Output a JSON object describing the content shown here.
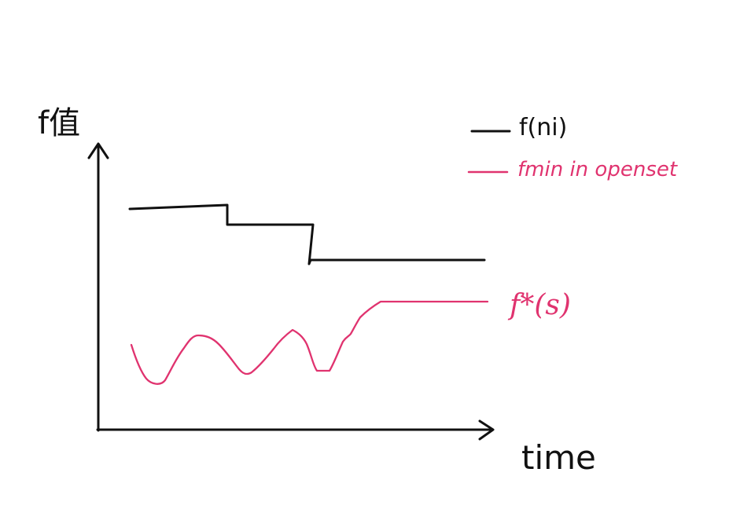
{
  "chart_data": {
    "type": "line",
    "ylabel": "f值",
    "xlabel": "time",
    "legend_placement": "top-right",
    "series": [
      {
        "name": "f(ni)",
        "color": "#111111",
        "shape": "stepwise decreasing"
      },
      {
        "name": "fmin in openset",
        "color": "#e0336f",
        "shape": "oscillating, then flattening at f*(s)"
      }
    ],
    "annotations": [
      {
        "text": "f*(s)",
        "color": "#e0336f",
        "attached_to": "fmin in openset"
      }
    ]
  },
  "colors": {
    "black": "#111111",
    "pink": "#e0336f",
    "background": "#ffffff"
  }
}
